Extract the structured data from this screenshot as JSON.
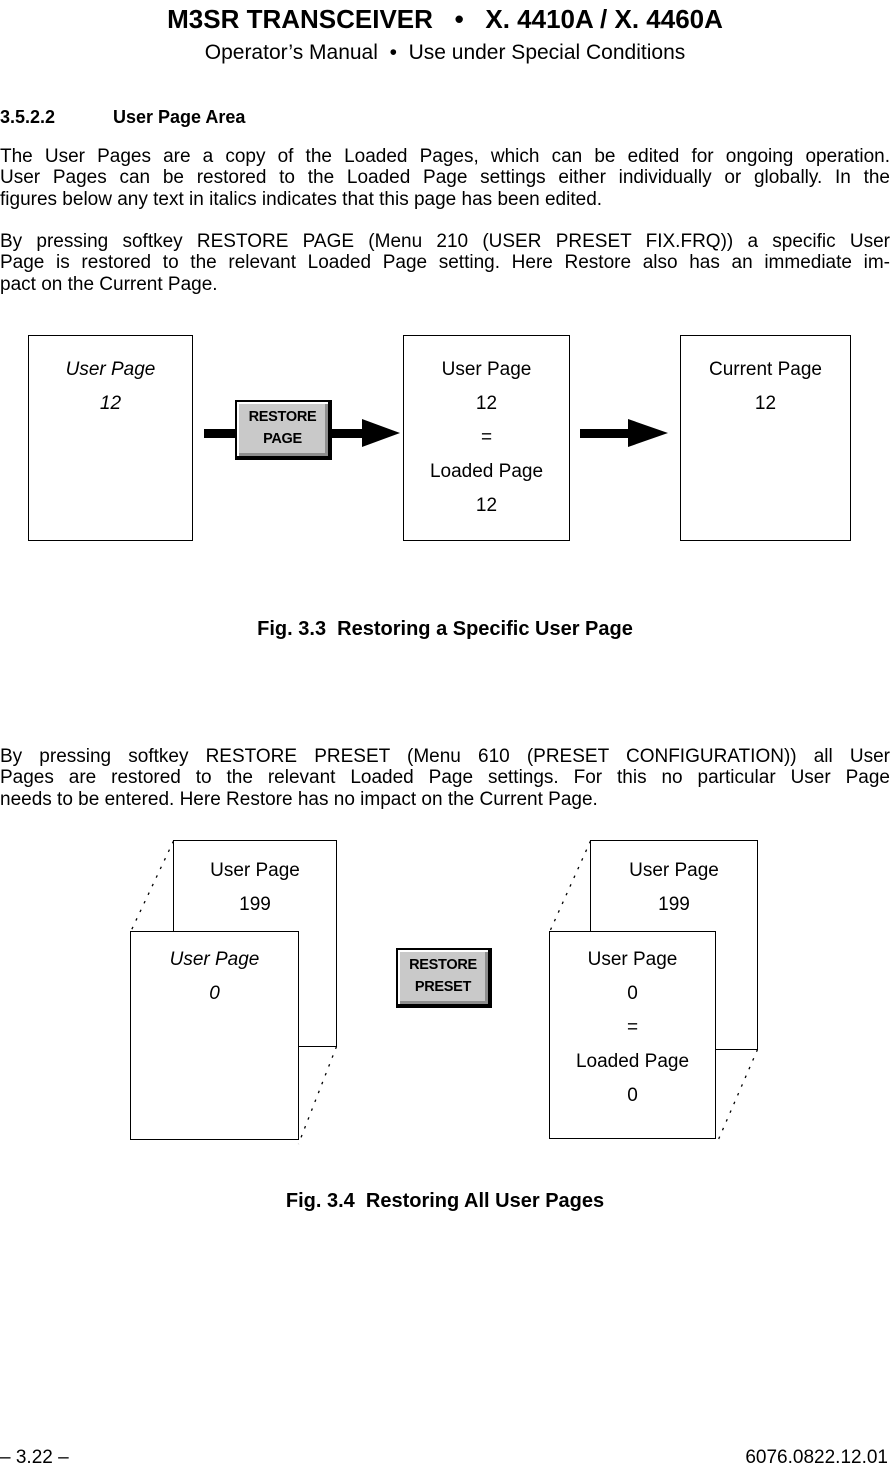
{
  "header": {
    "title": "M3SR TRANSCEIVER   •   X. 4410A / X. 4460A",
    "subtitle": "Operator’s Manual  •  Use under Special Conditions"
  },
  "section": {
    "number": "3.5.2.2",
    "title": "User Page Area"
  },
  "paragraphs": {
    "p1": {
      "lines": [
        "The User Pages are a copy of the Loaded Pages, which can be edited for ongoing operation.",
        "User Pages can be restored to the Loaded Page settings either individually or globally. In the",
        "figures below any text in italics indicates that this page has been edited."
      ]
    },
    "p2": {
      "lines": [
        "By pressing softkey RESTORE PAGE (Menu 210 (USER PRESET FIX.FRQ)) a specific User",
        "Page is restored to the relevant Loaded Page setting. Here Restore also has an immediate im-",
        "pact on the Current Page."
      ]
    },
    "p3": {
      "lines": [
        "By pressing softkey RESTORE PRESET (Menu 610 (PRESET CONFIGURATION)) all User",
        "Pages are restored to the relevant Loaded Page settings. For this no particular User Page",
        "needs to be entered. Here Restore has no impact on the Current Page."
      ]
    }
  },
  "fig33": {
    "caption": "Fig. 3.3  Restoring a Specific User Page",
    "user_box": [
      "User Page",
      "12"
    ],
    "restored_box": [
      "User Page",
      "12",
      "=",
      "Loaded Page",
      "12"
    ],
    "current_box": [
      "Current Page",
      "12"
    ],
    "button": [
      "RESTORE",
      "PAGE"
    ]
  },
  "fig34": {
    "caption": "Fig. 3.4  Restoring All User Pages",
    "left_back_box": [
      "User Page",
      "199"
    ],
    "left_front_box": [
      "User Page",
      "0"
    ],
    "right_back_box": [
      "User Page",
      "199"
    ],
    "right_front_box": [
      "User Page",
      "0",
      "=",
      "Loaded Page",
      "0"
    ],
    "button": [
      "RESTORE",
      "PRESET"
    ]
  },
  "footer": {
    "page": "– 3.22 –",
    "doc_number": "6076.0822.12.01"
  },
  "colors": {
    "text": "#000000",
    "background": "#ffffff",
    "button_face": "#c9c9c9",
    "button_highlight": "#ffffff",
    "button_shadow": "#8e8e8e"
  }
}
